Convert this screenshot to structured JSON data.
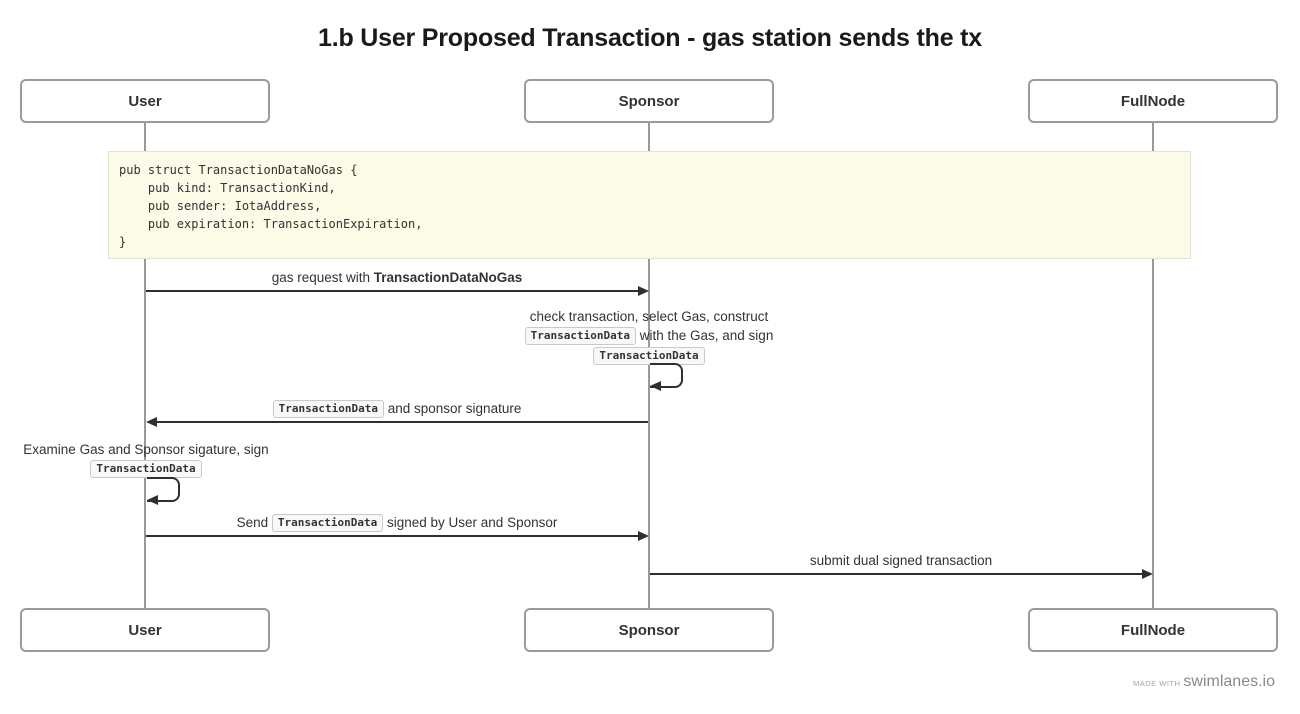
{
  "title": "1.b User Proposed Transaction - gas station sends the tx",
  "actors": {
    "user": "User",
    "sponsor": "Sponsor",
    "fullnode": "FullNode"
  },
  "code_block": {
    "lines": [
      "pub struct TransactionDataNoGas {",
      "    pub kind: TransactionKind,",
      "    pub sender: IotaAddress,",
      "    pub expiration: TransactionExpiration,",
      "}"
    ]
  },
  "messages": {
    "gas_request": {
      "prefix": "gas request with ",
      "emphasis": "TransactionDataNoGas"
    },
    "sponsor_note": {
      "line1": "check transaction, select Gas, construct",
      "line2_code": "TransactionData",
      "line2_rest": " with the Gas, and sign",
      "line3_code": "TransactionData"
    },
    "sponsor_reply": {
      "code": "TransactionData",
      "rest": " and sponsor signature"
    },
    "user_note": {
      "line1": "Examine Gas and Sponsor sigature, sign",
      "line2_code": "TransactionData"
    },
    "send_signed": {
      "prefix": "Send ",
      "code": "TransactionData",
      "suffix": " signed by User and Sponsor"
    },
    "submit": {
      "label": "submit dual signed transaction"
    }
  },
  "footer": {
    "made_with": "MADE WITH",
    "brand": "swimlanes.io"
  },
  "colors": {
    "background": "#ffffff",
    "text": "#333333",
    "title_text": "#1a1a1a",
    "arrow": "#2f2f2f",
    "lifeline": "#999999",
    "actor_border": "#9b9b9b",
    "actor_bg": "#ffffff",
    "note_bg": "#fcfbe8",
    "note_border": "#e6e3c8",
    "chip_bg": "#f8f8f6",
    "chip_border": "#c9c9c9",
    "footer_text": "#8a8a8a"
  }
}
